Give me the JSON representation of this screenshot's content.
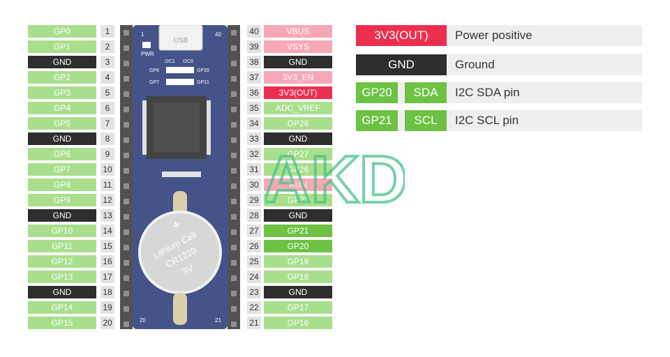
{
  "colors": {
    "gpio": "#a9df8c",
    "gnd": "#2e2e2e",
    "power_light": "#f7a8b6",
    "power_dark": "#ec2f4f",
    "i2c": "#6dc244",
    "pin_number_bg": "#e3e3e3",
    "board": "#1c2f6e"
  },
  "left_pins": [
    {
      "label": "GP0",
      "num": "1",
      "kind": "gpio"
    },
    {
      "label": "GP1",
      "num": "2",
      "kind": "gpio"
    },
    {
      "label": "GND",
      "num": "3",
      "kind": "gnd"
    },
    {
      "label": "GP2",
      "num": "4",
      "kind": "gpio"
    },
    {
      "label": "GP3",
      "num": "5",
      "kind": "gpio"
    },
    {
      "label": "GP4",
      "num": "6",
      "kind": "gpio"
    },
    {
      "label": "GP5",
      "num": "7",
      "kind": "gpio"
    },
    {
      "label": "GND",
      "num": "8",
      "kind": "gnd"
    },
    {
      "label": "GP6",
      "num": "9",
      "kind": "gpio"
    },
    {
      "label": "GP7",
      "num": "10",
      "kind": "gpio"
    },
    {
      "label": "GP8",
      "num": "11",
      "kind": "gpio"
    },
    {
      "label": "GP9",
      "num": "12",
      "kind": "gpio"
    },
    {
      "label": "GND",
      "num": "13",
      "kind": "gnd"
    },
    {
      "label": "GP10",
      "num": "14",
      "kind": "gpio"
    },
    {
      "label": "GP11",
      "num": "15",
      "kind": "gpio"
    },
    {
      "label": "GP12",
      "num": "16",
      "kind": "gpio"
    },
    {
      "label": "GP13",
      "num": "17",
      "kind": "gpio"
    },
    {
      "label": "GND",
      "num": "18",
      "kind": "gnd"
    },
    {
      "label": "GP14",
      "num": "19",
      "kind": "gpio"
    },
    {
      "label": "GP15",
      "num": "20",
      "kind": "gpio"
    }
  ],
  "right_pins": [
    {
      "label": "VBUS",
      "num": "40",
      "kind": "power_light"
    },
    {
      "label": "VSYS",
      "num": "39",
      "kind": "power_light"
    },
    {
      "label": "GND",
      "num": "38",
      "kind": "gnd"
    },
    {
      "label": "3V3_EN",
      "num": "37",
      "kind": "power_light"
    },
    {
      "label": "3V3(OUT)",
      "num": "36",
      "kind": "power_dark"
    },
    {
      "label": "ADC_VREF",
      "num": "35",
      "kind": "gpio"
    },
    {
      "label": "GP28",
      "num": "34",
      "kind": "gpio"
    },
    {
      "label": "GND",
      "num": "33",
      "kind": "gnd"
    },
    {
      "label": "GP27",
      "num": "32",
      "kind": "gpio"
    },
    {
      "label": "GP26",
      "num": "31",
      "kind": "gpio"
    },
    {
      "label": "RUN",
      "num": "30",
      "kind": "power_light"
    },
    {
      "label": "GP22",
      "num": "29",
      "kind": "gpio"
    },
    {
      "label": "GND",
      "num": "28",
      "kind": "gnd"
    },
    {
      "label": "GP21",
      "num": "27",
      "kind": "i2c"
    },
    {
      "label": "GP20",
      "num": "26",
      "kind": "i2c"
    },
    {
      "label": "GP19",
      "num": "25",
      "kind": "gpio"
    },
    {
      "label": "GP18",
      "num": "24",
      "kind": "gpio"
    },
    {
      "label": "GND",
      "num": "23",
      "kind": "gnd"
    },
    {
      "label": "GP17",
      "num": "22",
      "kind": "gpio"
    },
    {
      "label": "GP16",
      "num": "21",
      "kind": "gpio"
    }
  ],
  "board": {
    "usb_label": "USB",
    "pwr_label": "PWR",
    "corner_1": "1",
    "corner_40": "40",
    "corner_20": "20",
    "corner_21": "21",
    "i2c1_label": "I2C1",
    "i2c0_label": "I2C0",
    "gp6_label": "GP6",
    "gp7_label": "GP7",
    "gp20_label": "GP20",
    "gp21_label": "GP21",
    "battery_line1": "Lithium Cell",
    "battery_line2": "CR1220",
    "battery_line3": "3V",
    "battery_plus": "+"
  },
  "legend": [
    {
      "tags": [
        {
          "text": "3V3(OUT)",
          "kind": "power_dark"
        }
      ],
      "desc": "Power positive"
    },
    {
      "tags": [
        {
          "text": "GND",
          "kind": "gnd"
        }
      ],
      "desc": "Ground"
    },
    {
      "tags": [
        {
          "text": "GP20",
          "kind": "i2c"
        },
        {
          "text": "SDA",
          "kind": "i2c"
        }
      ],
      "desc": "I2C SDA pin"
    },
    {
      "tags": [
        {
          "text": "GP21",
          "kind": "i2c"
        },
        {
          "text": "SCL",
          "kind": "i2c"
        }
      ],
      "desc": "I2C SCL pin"
    }
  ],
  "watermark": {
    "text": "AKD"
  }
}
